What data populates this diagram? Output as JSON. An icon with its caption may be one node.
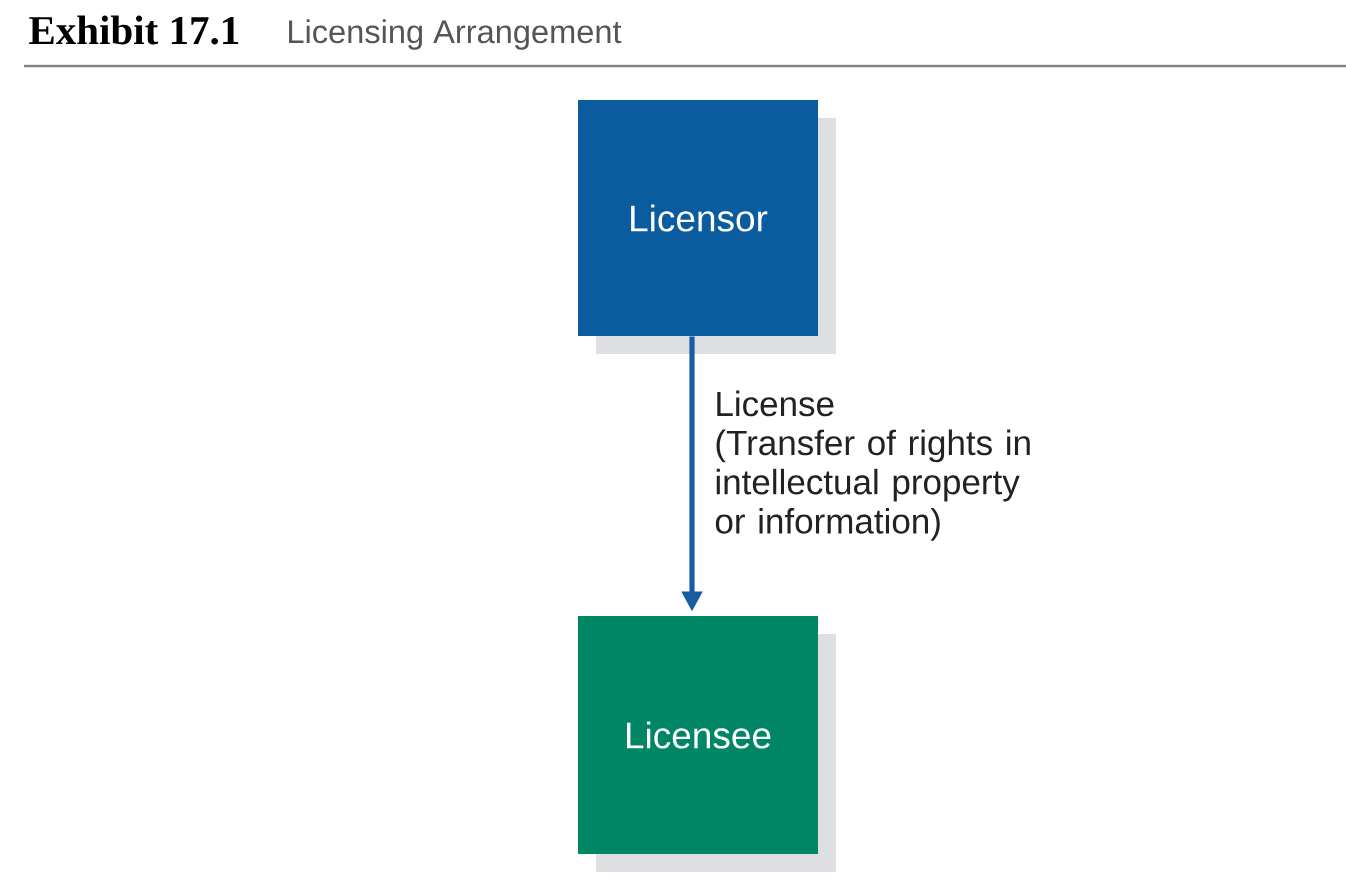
{
  "diagram": {
    "title": "Exhibit 17.1",
    "caption": "Licensing Arrangement",
    "nodes": [
      {
        "text": [
          "Licensor"
        ]
      },
      {
        "text": [
          "Licensee"
        ]
      }
    ],
    "edges": [
      {
        "from": 0,
        "to": 1,
        "arrow": "to",
        "label": "License"
      }
    ],
    "labels": [
      "(Transfer of rights in intellectual property or information)"
    ]
  }
}
